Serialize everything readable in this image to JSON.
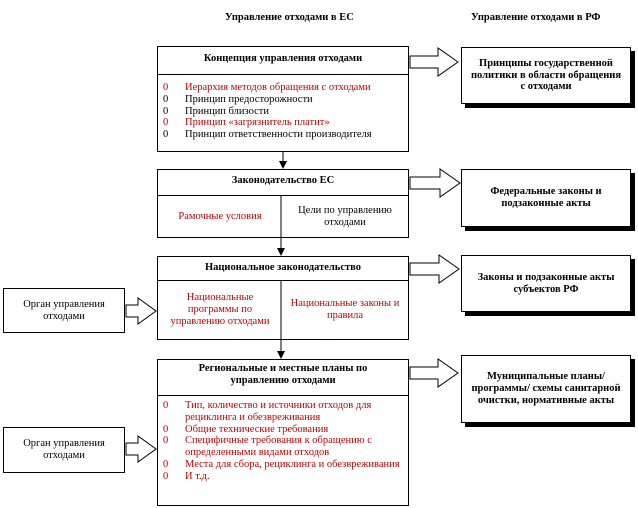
{
  "headers": {
    "eu": "Управление отходами в ЕС",
    "rf": "Управление отходами в РФ"
  },
  "concept": {
    "title": "Концепция управления отходами",
    "items": [
      {
        "bullet": "0",
        "text": "Иерархия методов обращения с отходами",
        "color": "#c00000"
      },
      {
        "bullet": "0",
        "text": "Принцип предосторожности",
        "color": "#000000"
      },
      {
        "bullet": "0",
        "text": "Принцип близости",
        "color": "#000000"
      },
      {
        "bullet": "0",
        "text": "Принцип «загрязнитель платит»",
        "color": "#c00000"
      },
      {
        "bullet": "0",
        "text": "Принцип ответственности производителя",
        "color": "#000000"
      }
    ]
  },
  "eu_law": {
    "title": "Законодательство ЕС",
    "left": "Рамочные условия",
    "right": "Цели по управлению отходами"
  },
  "national": {
    "title": "Национальное законодательство",
    "left": "Национальные программы по управлению отходами",
    "right": "Национальные законы и правила"
  },
  "regional": {
    "title": "Региональные и местные планы по управлению отходами",
    "items": [
      {
        "bullet": "0",
        "text": "Тип, количество и источники отходов для рециклинга и обезвреживания"
      },
      {
        "bullet": "0",
        "text": "Общие технические требования"
      },
      {
        "bullet": "0",
        "text": "Специфичные требования к обращению с определенными видами отходов"
      },
      {
        "bullet": "0",
        "text": "Места для сбора, рециклинга и обезвреживания"
      },
      {
        "bullet": "0",
        "text": "И т.д."
      }
    ]
  },
  "left_boxes": {
    "one": "Орган управления отходами",
    "two": "Орган управления отходами"
  },
  "rf_boxes": {
    "principles": "Принципы государственной политики в области обращения с отходами",
    "federal": "Федеральные законы и подзаконные акты",
    "subjects": "Законы и подзаконные акты субъектов РФ",
    "municipal": "Муниципальные планы/ программы/ схемы санитарной очистки, нормативные акты"
  },
  "colors": {
    "accent_red": "#c00000",
    "line": "#000000"
  }
}
